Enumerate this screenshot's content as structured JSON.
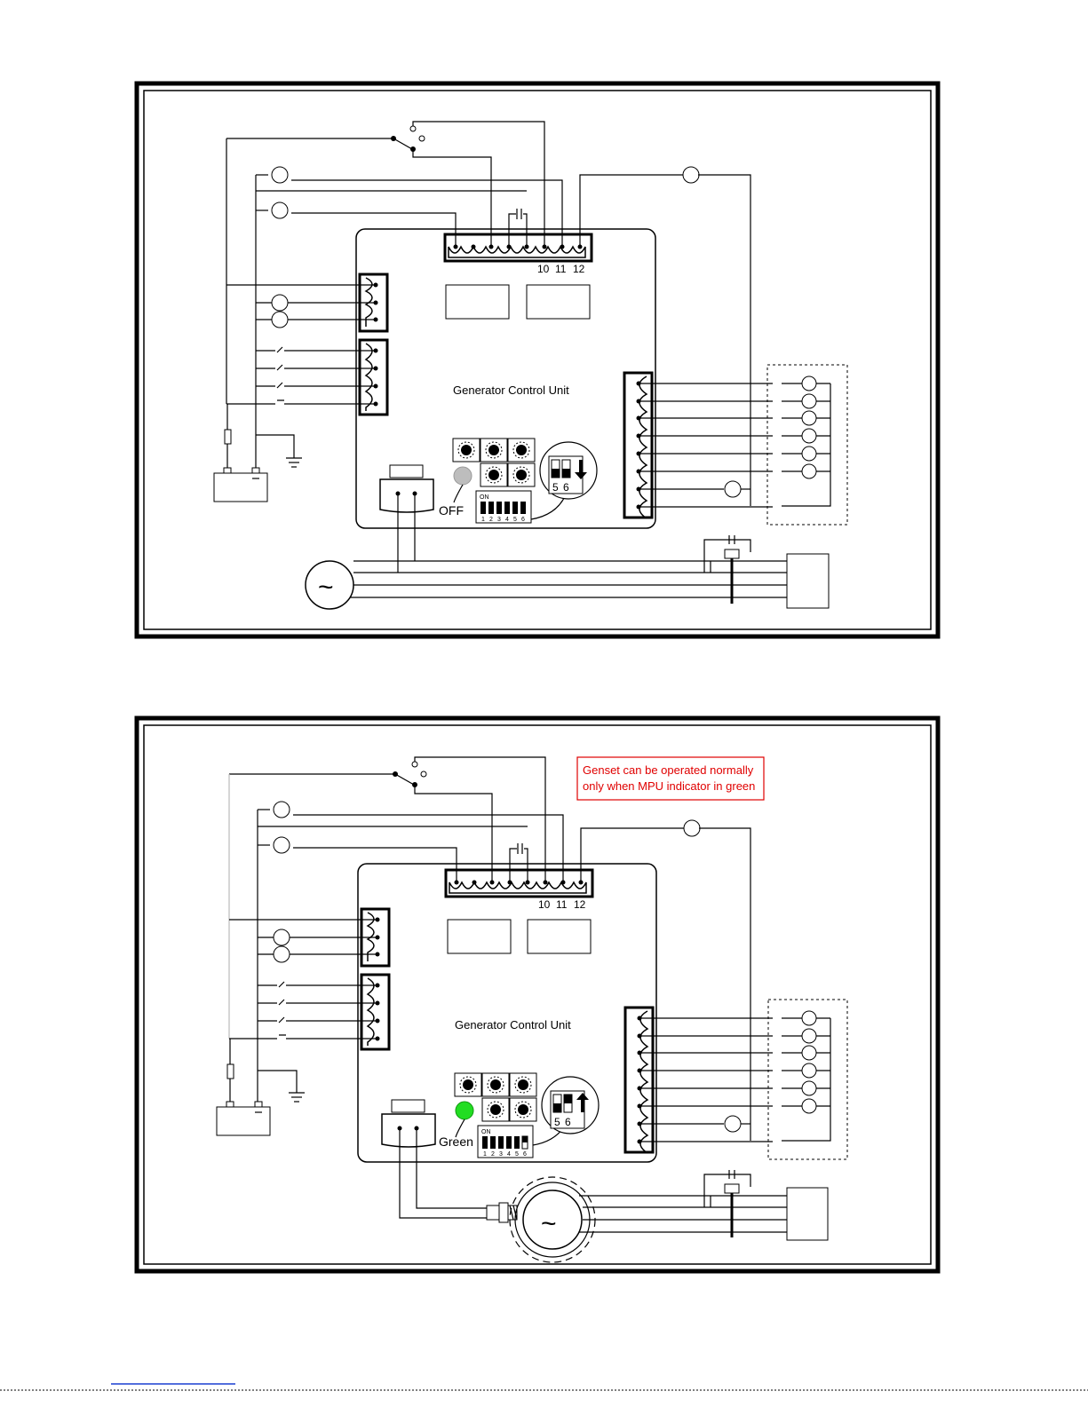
{
  "diagram1": {
    "terminal_numbers": [
      "10",
      "11",
      "12"
    ],
    "unit_label": "Generator Control Unit",
    "mpu_indicator_label": "OFF",
    "mpu_indicator_color": "#bdbdbd",
    "dip_on_label": "ON",
    "dip_numbers": [
      "1",
      "2",
      "3",
      "4",
      "5",
      "6"
    ],
    "zoom_numbers": [
      "5",
      "6"
    ],
    "generator_symbol": "~"
  },
  "diagram2": {
    "terminal_numbers": [
      "10",
      "11",
      "12"
    ],
    "unit_label": "Generator Control Unit",
    "mpu_indicator_label": "Green",
    "mpu_indicator_color": "#22dd22",
    "dip_on_label": "ON",
    "dip_numbers": [
      "1",
      "2",
      "3",
      "4",
      "5",
      "6"
    ],
    "zoom_numbers": [
      "5",
      "6"
    ],
    "generator_symbol": "~",
    "note_lines": [
      "Genset can be operated normally",
      "only when MPU indicator in green"
    ],
    "note_color": "#e00000"
  }
}
